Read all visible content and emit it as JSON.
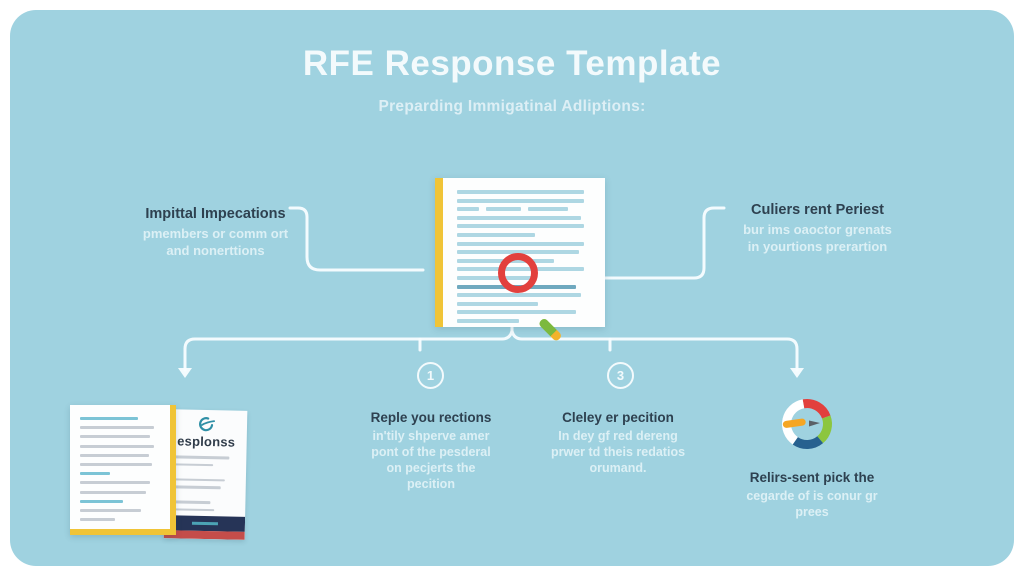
{
  "header": {
    "title": "RFE Response Template",
    "subtitle": "Preparding Immigatinal Adliptions:"
  },
  "left_block": {
    "title": "Impittal Impecations",
    "line1": "pmembers or comm ort",
    "line2": "and nonerttions"
  },
  "right_block": {
    "title": "Culiers rent Periest",
    "line1": "bur ims oaoctor grenats",
    "line2": "in yourtions prerartion"
  },
  "steps": [
    "1",
    "3"
  ],
  "bottom": {
    "doc_stack": {
      "brand": "esplonss"
    },
    "col1": {
      "title": "Reple you rections",
      "lines": [
        "in'tily shperve amer",
        "pont of the pesderal",
        "on pecjerts the",
        "pecition"
      ]
    },
    "col2": {
      "title": "Cleley er pecition",
      "lines": [
        "In dey gf red dereng",
        "prwer td theis redatios",
        "orumand."
      ]
    },
    "gauge_block": {
      "title": "Relirs-sent pick the",
      "lines": [
        "cegarde of is conur gr",
        "prees"
      ]
    }
  },
  "icons": {
    "center": "document-magnifier-icon",
    "bottom_left": "document-stack-icon",
    "bottom_right": "gauge-icon",
    "connectors": "branch-arrow-lines"
  },
  "colors": {
    "background": "#9fd2e0",
    "panel_white": "#fdfefe",
    "accent_yellow": "#f0c437",
    "magnifier_red": "#e2403d",
    "handle_green": "#7cb93e",
    "gauge_green": "#8cc63f",
    "gauge_navy": "#27618f",
    "footer_navy": "#263457",
    "footer_red": "#c44d4a",
    "dark_text": "#2e4150",
    "light_text": "#dcf0f5",
    "line_blue": "#aed7e3"
  }
}
